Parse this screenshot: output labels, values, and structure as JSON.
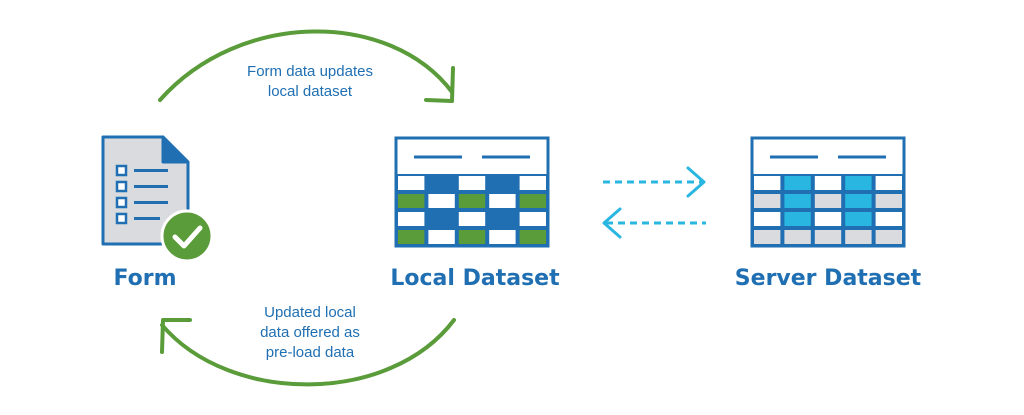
{
  "nodes": {
    "form": {
      "label": "Form"
    },
    "local": {
      "label": "Local Dataset"
    },
    "server": {
      "label": "Server Dataset"
    }
  },
  "edges": {
    "top": {
      "line1": "Form data updates",
      "line2": "local dataset"
    },
    "bottom": {
      "line1": "Updated local",
      "line2": "data offered as",
      "line3": "pre-load data"
    }
  },
  "colors": {
    "blue": "#1f6fb2",
    "green": "#5a9b3a",
    "cyan": "#29b6e0",
    "grey": "#d9dbde"
  },
  "icons": {
    "form": "document-check-icon",
    "local": "table-icon",
    "server": "table-icon"
  }
}
